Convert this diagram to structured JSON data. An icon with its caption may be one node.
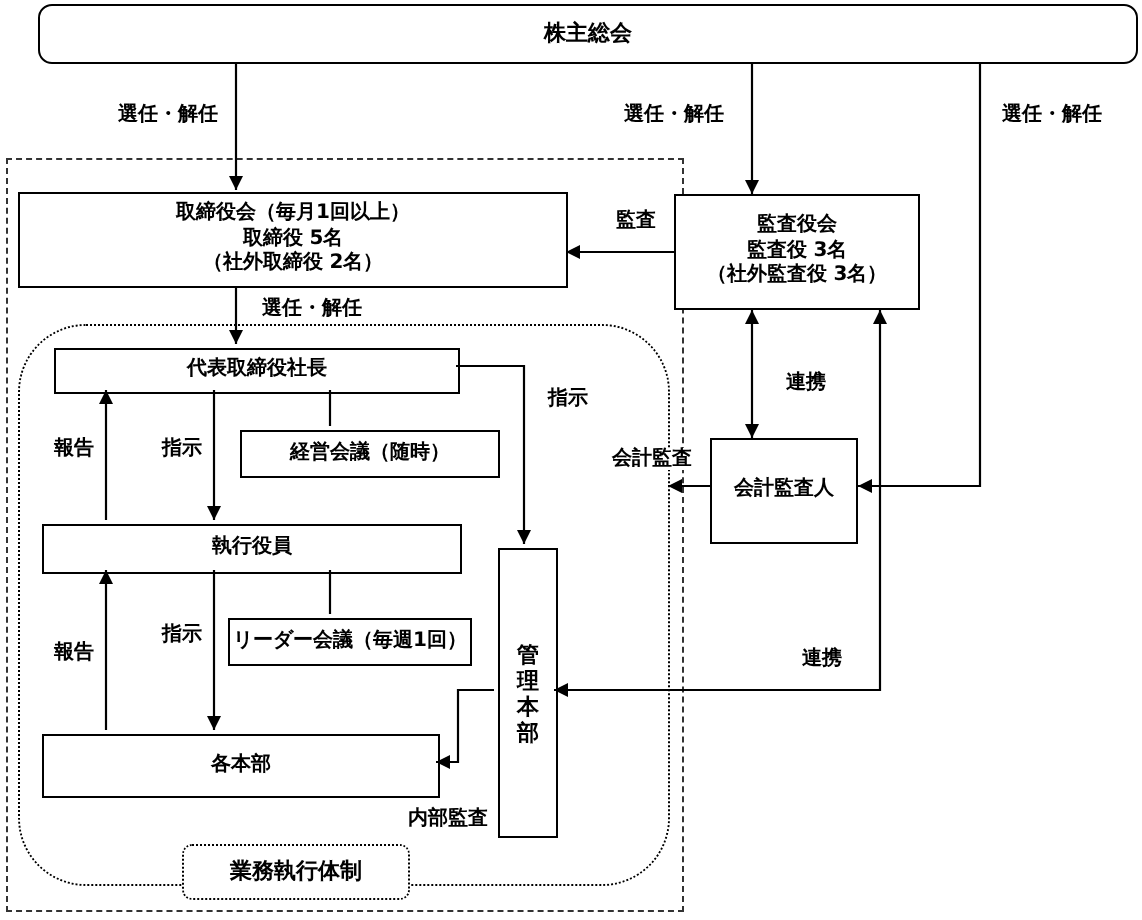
{
  "diagram": {
    "nodes": [
      {
        "text": [
          "株主総会"
        ]
      },
      {
        "text": [],
        "shape": "box"
      },
      {
        "text": [
          "取締役会（毎月1回以上）",
          "取締役 5名",
          "（社外取締役 2名）"
        ],
        "in": 1
      },
      {
        "text": [
          "監査役会",
          "監査役 3名",
          "（社外監査役 3名）"
        ]
      },
      {
        "text": [],
        "shape": "box",
        "in": 1
      },
      {
        "text": [
          "代表取締役社長"
        ],
        "in": 4
      },
      {
        "text": [
          "経営会議（随時）"
        ],
        "in": 4
      },
      {
        "text": [
          "執行役員"
        ],
        "in": 4
      },
      {
        "text": [
          "リーダー会議（毎週1回）"
        ],
        "in": 4
      },
      {
        "text": [
          "各本部"
        ],
        "in": 4
      },
      {
        "text": [
          "管理本部"
        ],
        "in": 4
      },
      {
        "text": [
          "会計監査人"
        ]
      },
      {
        "text": [
          "業務執行体制"
        ],
        "in": 1
      }
    ],
    "edges": [
      {
        "from": 0,
        "to": 2,
        "arrow": "to",
        "label": "選任・解任"
      },
      {
        "from": 0,
        "to": 3,
        "arrow": "to",
        "label": "選任・解任"
      },
      {
        "from": 0,
        "to": 11,
        "arrow": "to",
        "label": "選任・解任"
      },
      {
        "from": 3,
        "to": 2,
        "arrow": "to",
        "label": "監査"
      },
      {
        "from": 2,
        "to": 5,
        "arrow": "to",
        "label": "選任・解任"
      },
      {
        "from": 5,
        "to": 6,
        "arrow": "none"
      },
      {
        "from": 5,
        "to": 7,
        "arrow": "to",
        "label": "指示"
      },
      {
        "from": 7,
        "to": 5,
        "arrow": "to",
        "label": "報告"
      },
      {
        "from": 7,
        "to": 8,
        "arrow": "none"
      },
      {
        "from": 7,
        "to": 9,
        "arrow": "to",
        "label": "指示"
      },
      {
        "from": 9,
        "to": 7,
        "arrow": "to",
        "label": "報告"
      },
      {
        "from": 5,
        "to": 10,
        "arrow": "to",
        "label": "指示"
      },
      {
        "from": 10,
        "to": 9,
        "arrow": "to",
        "label": "内部監査"
      },
      {
        "from": 3,
        "to": 11,
        "arrow": "both",
        "label": "連携"
      },
      {
        "from": 3,
        "to": 10,
        "arrow": "both",
        "label": "連携"
      },
      {
        "from": 11,
        "to": 4,
        "arrow": "to",
        "label": "会計監査"
      }
    ]
  }
}
